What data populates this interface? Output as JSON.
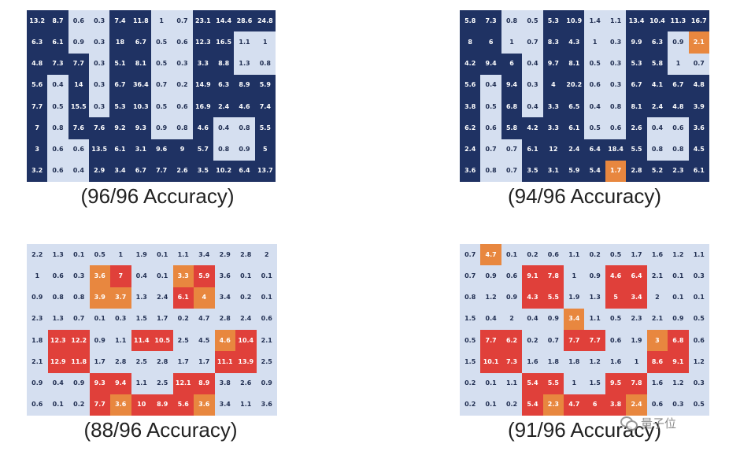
{
  "colors": {
    "dark": "#1f3263",
    "light": "#d5dff0",
    "red": "#e0403a",
    "orange": "#e8873f",
    "text_dark": "#ffffff",
    "text_light": "#1f2d50"
  },
  "watermark": {
    "text": "量子位"
  },
  "chart_data": [
    {
      "type": "heatmap",
      "caption": "(96/96 Accuracy)",
      "values": [
        [
          "13.2",
          "8.7",
          "0.6",
          "0.3",
          "7.4",
          "11.8",
          "1",
          "0.7",
          "23.1",
          "14.4",
          "28.6",
          "24.8"
        ],
        [
          "6.3",
          "6.1",
          "0.9",
          "0.3",
          "18",
          "6.7",
          "0.5",
          "0.6",
          "12.3",
          "16.5",
          "1.1",
          "1"
        ],
        [
          "4.8",
          "7.3",
          "7.7",
          "0.3",
          "5.1",
          "8.1",
          "0.5",
          "0.3",
          "3.3",
          "8.8",
          "1.3",
          "0.8"
        ],
        [
          "5.6",
          "0.4",
          "14",
          "0.3",
          "6.7",
          "36.4",
          "0.7",
          "0.2",
          "14.9",
          "6.3",
          "8.9",
          "5.9"
        ],
        [
          "7.7",
          "0.5",
          "15.5",
          "0.3",
          "5.3",
          "10.3",
          "0.5",
          "0.6",
          "16.9",
          "2.4",
          "4.6",
          "7.4"
        ],
        [
          "7",
          "0.8",
          "7.6",
          "7.6",
          "9.2",
          "9.3",
          "0.9",
          "0.8",
          "4.6",
          "0.4",
          "0.8",
          "5.5"
        ],
        [
          "3",
          "0.6",
          "0.6",
          "13.5",
          "6.1",
          "3.1",
          "9.6",
          "9",
          "5.7",
          "0.8",
          "0.9",
          "5"
        ],
        [
          "3.2",
          "0.6",
          "0.4",
          "2.9",
          "3.4",
          "6.7",
          "7.7",
          "2.6",
          "3.5",
          "10.2",
          "6.4",
          "13.7"
        ]
      ],
      "cell_classes": [
        "DDLLDDLLDDDD",
        "DDLLDDLLDDLL",
        "DDDLDDLLDDLL",
        "DLDLDDLLDDDD",
        "DLDLDDLLDDDD",
        "DLDDDDLLDLLD",
        "DLLDDDDDDLLD",
        "DLLDDDDDDDDD"
      ]
    },
    {
      "type": "heatmap",
      "caption": "(94/96 Accuracy)",
      "values": [
        [
          "5.8",
          "7.3",
          "0.8",
          "0.5",
          "5.3",
          "10.9",
          "1.4",
          "1.1",
          "13.4",
          "10.4",
          "11.3",
          "16.7"
        ],
        [
          "8",
          "6",
          "1",
          "0.7",
          "8.3",
          "4.3",
          "1",
          "0.3",
          "9.9",
          "6.3",
          "0.9",
          "2.1"
        ],
        [
          "4.2",
          "9.4",
          "6",
          "0.4",
          "9.7",
          "8.1",
          "0.5",
          "0.3",
          "5.3",
          "5.8",
          "1",
          "0.7"
        ],
        [
          "5.6",
          "0.4",
          "9.4",
          "0.3",
          "4",
          "20.2",
          "0.6",
          "0.3",
          "6.7",
          "4.1",
          "6.7",
          "4.8"
        ],
        [
          "3.8",
          "0.5",
          "6.8",
          "0.4",
          "3.3",
          "6.5",
          "0.4",
          "0.8",
          "8.1",
          "2.4",
          "4.8",
          "3.9"
        ],
        [
          "6.2",
          "0.6",
          "5.8",
          "4.2",
          "3.3",
          "6.1",
          "0.5",
          "0.6",
          "2.6",
          "0.4",
          "0.6",
          "3.6"
        ],
        [
          "2.4",
          "0.7",
          "0.7",
          "6.1",
          "12",
          "2.4",
          "6.4",
          "18.4",
          "5.5",
          "0.8",
          "0.8",
          "4.5"
        ],
        [
          "3.6",
          "0.8",
          "0.7",
          "3.5",
          "3.1",
          "5.9",
          "5.4",
          "1.7",
          "2.8",
          "5.2",
          "2.3",
          "6.1"
        ]
      ],
      "cell_classes": [
        "DDLLDDLLDDDD",
        "DDLLDDLLDDLO",
        "DDDLDDLLDDLL",
        "DLDLDDLLDDDD",
        "DLDLDDLLDDDD",
        "DLDDDDLLDLLD",
        "DLLDDDDDDLLD",
        "DLLDDDDODDDD"
      ]
    },
    {
      "type": "heatmap",
      "caption": "(88/96 Accuracy)",
      "values": [
        [
          "2.2",
          "1.3",
          "0.1",
          "0.5",
          "1",
          "1.9",
          "0.1",
          "1.1",
          "3.4",
          "2.9",
          "2.8",
          "2"
        ],
        [
          "1",
          "0.6",
          "0.3",
          "3.6",
          "7",
          "0.4",
          "0.1",
          "3.3",
          "5.9",
          "3.6",
          "0.1",
          "0.1"
        ],
        [
          "0.9",
          "0.8",
          "0.8",
          "3.9",
          "3.7",
          "1.3",
          "2.4",
          "6.1",
          "4",
          "3.4",
          "0.2",
          "0.1"
        ],
        [
          "2.3",
          "1.3",
          "0.7",
          "0.1",
          "0.3",
          "1.5",
          "1.7",
          "0.2",
          "4.7",
          "2.8",
          "2.4",
          "0.6"
        ],
        [
          "1.8",
          "12.3",
          "12.2",
          "0.9",
          "1.1",
          "11.4",
          "10.5",
          "2.5",
          "4.5",
          "4.6",
          "10.4",
          "2.1"
        ],
        [
          "2.1",
          "12.9",
          "11.8",
          "1.7",
          "2.8",
          "2.5",
          "2.8",
          "1.7",
          "1.7",
          "11.1",
          "13.9",
          "2.5"
        ],
        [
          "0.9",
          "0.4",
          "0.9",
          "9.3",
          "9.4",
          "1.1",
          "2.5",
          "12.1",
          "8.9",
          "3.8",
          "2.6",
          "0.9"
        ],
        [
          "0.6",
          "0.1",
          "0.2",
          "7.7",
          "3.6",
          "10",
          "8.9",
          "5.6",
          "3.6",
          "3.4",
          "1.1",
          "3.6"
        ]
      ],
      "cell_classes": [
        "LLLLLLLLLLLL",
        "LLLORLLORLLL",
        "LLLOOLLROLLL",
        "LLLLLLLLLLLL",
        "LRRLLRRLLORL",
        "LRRLLLLLLRRL",
        "LLLRRLLRRLLL",
        "LLLRORRROLLL"
      ]
    },
    {
      "type": "heatmap",
      "caption": "(91/96 Accuracy)",
      "values": [
        [
          "0.7",
          "4.7",
          "0.1",
          "0.2",
          "0.6",
          "1.1",
          "0.2",
          "0.5",
          "1.7",
          "1.6",
          "1.2",
          "1.1"
        ],
        [
          "0.7",
          "0.9",
          "0.6",
          "9.1",
          "7.8",
          "1",
          "0.9",
          "4.6",
          "6.4",
          "2.1",
          "0.1",
          "0.3"
        ],
        [
          "0.8",
          "1.2",
          "0.9",
          "4.3",
          "5.5",
          "1.9",
          "1.3",
          "5",
          "3.4",
          "2",
          "0.1",
          "0.1"
        ],
        [
          "1.5",
          "0.4",
          "2",
          "0.4",
          "0.9",
          "3.4",
          "1.1",
          "0.5",
          "2.3",
          "2.1",
          "0.9",
          "0.5"
        ],
        [
          "0.5",
          "7.7",
          "6.2",
          "0.2",
          "0.7",
          "7.7",
          "7.7",
          "0.6",
          "1.9",
          "3",
          "6.8",
          "0.6"
        ],
        [
          "1.5",
          "10.1",
          "7.3",
          "1.6",
          "1.8",
          "1.8",
          "1.2",
          "1.6",
          "1",
          "8.6",
          "9.1",
          "1.2"
        ],
        [
          "0.2",
          "0.1",
          "1.1",
          "5.4",
          "5.5",
          "1",
          "1.5",
          "9.5",
          "7.8",
          "1.6",
          "1.2",
          "0.3"
        ],
        [
          "0.2",
          "0.1",
          "0.2",
          "5.4",
          "2.3",
          "4.7",
          "6",
          "3.8",
          "2.4",
          "0.6",
          "0.3",
          "0.5"
        ]
      ],
      "cell_classes": [
        "LOLLLLLLLLLL",
        "LLLRRLLRRLLL",
        "LLLRRLLRRLLL",
        "LLLLLOLLLLLL",
        "LRRLLRRLLORL",
        "LRRLLLLLLRRL",
        "LLLRRLLRRLLL",
        "LLLRORRROLLL"
      ]
    }
  ]
}
